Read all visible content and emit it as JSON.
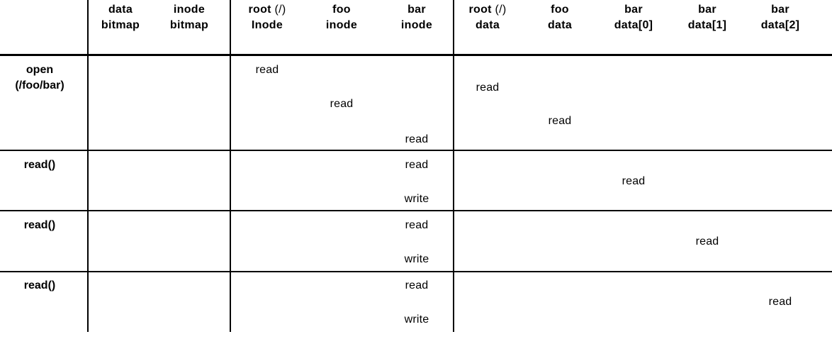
{
  "table": {
    "colors": {
      "background": "#ffffff",
      "text": "#000000",
      "lines": "#000000"
    },
    "headers": [
      {
        "id": "data_bitmap",
        "line1": "data",
        "line1_suffix": "",
        "line2": "bitmap"
      },
      {
        "id": "inode_bitmap",
        "line1": "inode",
        "line1_suffix": "",
        "line2": "bitmap"
      },
      {
        "id": "root_inode",
        "line1": "root",
        "line1_suffix": " (/)",
        "line2": "Inode"
      },
      {
        "id": "foo_inode",
        "line1": "foo",
        "line1_suffix": "",
        "line2": "inode"
      },
      {
        "id": "bar_inode",
        "line1": "bar",
        "line1_suffix": "",
        "line2": "inode"
      },
      {
        "id": "root_data",
        "line1": "root",
        "line1_suffix": " (/)",
        "line2": "data"
      },
      {
        "id": "foo_data",
        "line1": "foo",
        "line1_suffix": "",
        "line2": "data"
      },
      {
        "id": "bar_data0",
        "line1": "bar",
        "line1_suffix": "",
        "line2": "data[0]"
      },
      {
        "id": "bar_data1",
        "line1": "bar",
        "line1_suffix": "",
        "line2": "data[1]"
      },
      {
        "id": "bar_data2",
        "line1": "bar",
        "line1_suffix": "",
        "line2": "data[2]"
      }
    ],
    "rows": [
      {
        "label_line1": "open",
        "label_line2": "(/foo/bar)",
        "entries": [
          {
            "column": "root (/) Inode",
            "text": "read"
          },
          {
            "column": "root (/) data",
            "text": "read"
          },
          {
            "column": "foo inode",
            "text": "read"
          },
          {
            "column": "foo data",
            "text": "read"
          },
          {
            "column": "bar inode",
            "text": "read"
          }
        ]
      },
      {
        "label_line1": "read()",
        "label_line2": "",
        "entries": [
          {
            "column": "bar inode",
            "text": "read"
          },
          {
            "column": "bar data[0]",
            "text": "read"
          },
          {
            "column": "bar inode",
            "text": "write"
          }
        ]
      },
      {
        "label_line1": "read()",
        "label_line2": "",
        "entries": [
          {
            "column": "bar inode",
            "text": "read"
          },
          {
            "column": "bar data[1]",
            "text": "read"
          },
          {
            "column": "bar inode",
            "text": "write"
          }
        ]
      },
      {
        "label_line1": "read()",
        "label_line2": "",
        "entries": [
          {
            "column": "bar inode",
            "text": "read"
          },
          {
            "column": "bar data[2]",
            "text": "read"
          },
          {
            "column": "bar inode",
            "text": "write"
          }
        ]
      }
    ]
  }
}
